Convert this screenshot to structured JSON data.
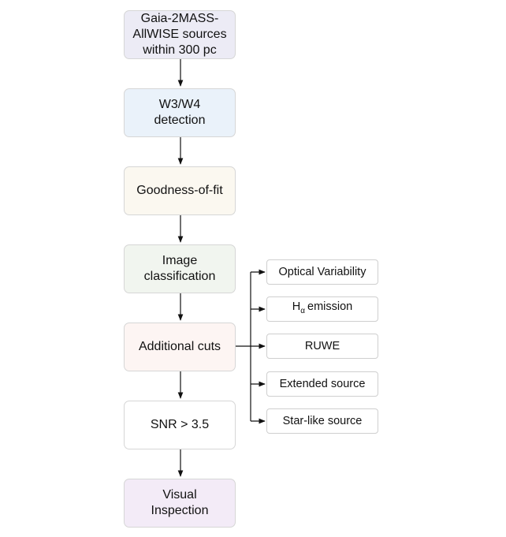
{
  "flowchart": {
    "steps": [
      {
        "label": "Gaia-2MASS-\nAllWISE sources\nwithin 300 pc",
        "fill": "#ecebf5"
      },
      {
        "label": "W3/W4\ndetection",
        "fill": "#eaf2fa"
      },
      {
        "label": "Goodness-of-fit",
        "fill": "#fbf8f0"
      },
      {
        "label": "Image\nclassification",
        "fill": "#f1f5ef"
      },
      {
        "label": "Additional cuts",
        "fill": "#fdf5f3"
      },
      {
        "label": "SNR > 3.5",
        "fill": "#ffffff"
      },
      {
        "label": "Visual\nInspection",
        "fill": "#f3ebf7"
      }
    ],
    "additional_cuts": [
      {
        "label": "Optical Variability"
      },
      {
        "label": "H",
        "subscript": "α",
        "suffix": "emission"
      },
      {
        "label": "RUWE"
      },
      {
        "label": "Extended source"
      },
      {
        "label": "Star-like source"
      }
    ]
  },
  "colors": {
    "arrow": "#111111",
    "box_border": "#d6d6d6",
    "side_border": "#cfcfcf"
  }
}
